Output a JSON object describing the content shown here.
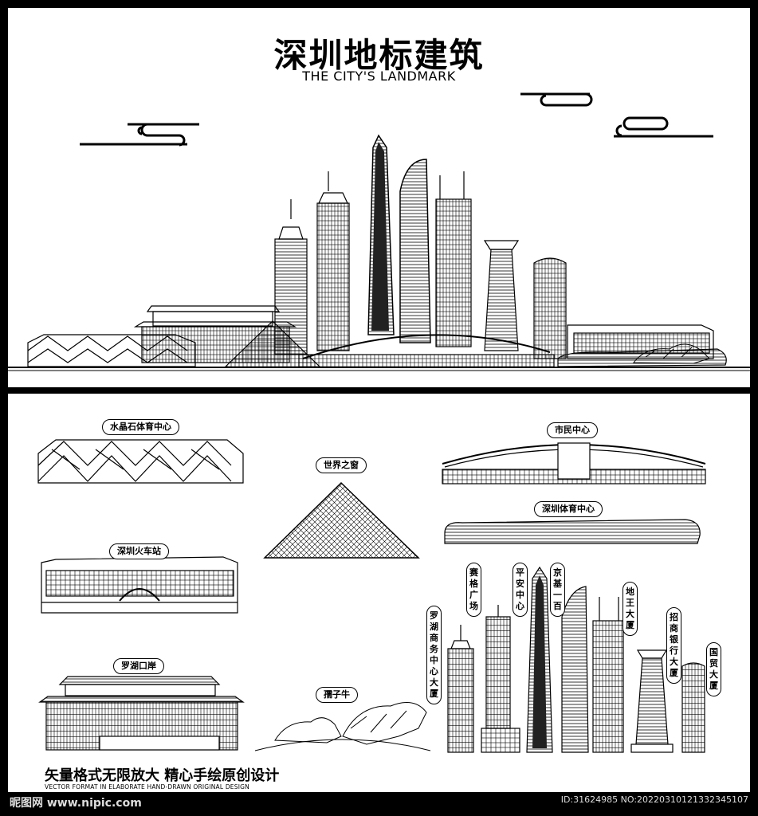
{
  "header": {
    "title": "深圳地标建筑",
    "subtitle": "THE CITY'S LANDMARK"
  },
  "labels": {
    "shuijingshi": "水晶石体育中心",
    "shijiezhichuang": "世界之窗",
    "shiminzhongxin": "市民中心",
    "tiyuzhongxin": "深圳体育中心",
    "huochezhan": "深圳火车站",
    "luohukouan": "罗湖口岸",
    "ruziniu": "孺子牛",
    "saige": "赛格广场",
    "pingan": "平安中心",
    "jingji": "京基一百",
    "diwang": "地王大厦",
    "zhaoshang": "招商银行大厦",
    "guomao": "国贸大厦",
    "luohushangwu": "罗湖商务中心大厦"
  },
  "footer": {
    "slogan": "矢量格式无限放大  精心手绘原创设计",
    "slogan_en": "VECTOR FORMAT IN ELABORATE HAND-DRAWN ORIGINAL DESIGN"
  },
  "watermark": {
    "left": "昵图网 www.nipic.com",
    "right": "ID:31624985 NO:20220310121332345107"
  },
  "colors": {
    "background": "#ffffff",
    "frame": "#000000",
    "line": "#000000"
  }
}
